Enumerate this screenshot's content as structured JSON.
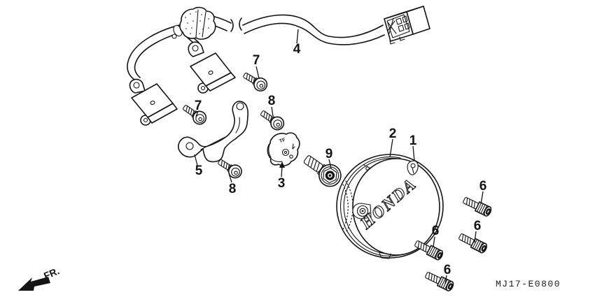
{
  "diagram": {
    "code": "MJ17-E0800",
    "front_marker": "FR.",
    "cover_logo": "HONDA",
    "plate_marking": "TF"
  },
  "callouts": [
    {
      "part": "4"
    },
    {
      "part": "7"
    },
    {
      "part": "8"
    },
    {
      "part": "7"
    },
    {
      "part": "5"
    },
    {
      "part": "8"
    },
    {
      "part": "3"
    },
    {
      "part": "9"
    },
    {
      "part": "2"
    },
    {
      "part": "1"
    },
    {
      "part": "6"
    },
    {
      "part": "6"
    },
    {
      "part": "6"
    },
    {
      "part": "6"
    }
  ]
}
